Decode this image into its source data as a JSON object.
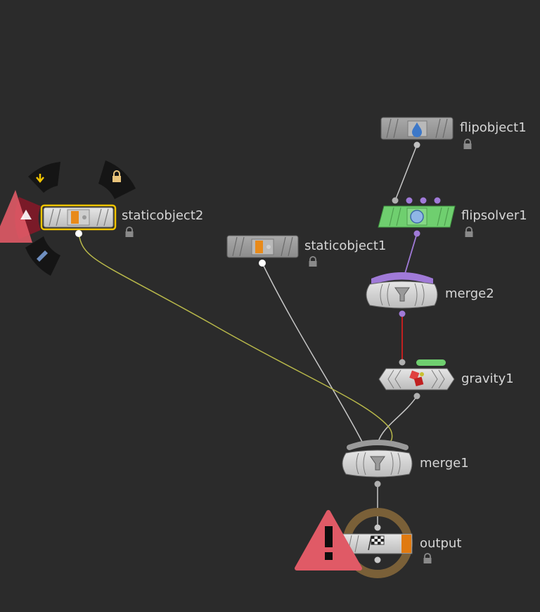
{
  "network": {
    "nodes": [
      {
        "id": "flipobject1",
        "label": "flipobject1",
        "type": "static",
        "locked": true,
        "icon": "water-drop-icon"
      },
      {
        "id": "flipsolver1",
        "label": "flipsolver1",
        "type": "solver",
        "locked": true,
        "icon": "fluid-solver-icon",
        "color": "#6fcf6f"
      },
      {
        "id": "staticobject2",
        "label": "staticobject2",
        "type": "static",
        "locked": true,
        "selected": true,
        "icon": "static-object-icon"
      },
      {
        "id": "staticobject1",
        "label": "staticobject1",
        "type": "static",
        "locked": true,
        "icon": "static-object-icon"
      },
      {
        "id": "merge2",
        "label": "merge2",
        "type": "merge",
        "icon": "merge-funnel-icon"
      },
      {
        "id": "gravity1",
        "label": "gravity1",
        "type": "force",
        "icon": "gravity-icon"
      },
      {
        "id": "merge1",
        "label": "merge1",
        "type": "merge",
        "icon": "merge-funnel-icon"
      },
      {
        "id": "output",
        "label": "output",
        "type": "output",
        "locked": true,
        "warning": true,
        "icon": "checkered-flag-icon"
      }
    ],
    "connections": [
      {
        "from": "flipobject1",
        "to": "flipsolver1"
      },
      {
        "from": "flipsolver1",
        "to": "merge2"
      },
      {
        "from": "merge2",
        "to": "gravity1"
      },
      {
        "from": "gravity1",
        "to": "merge1"
      },
      {
        "from": "staticobject1",
        "to": "merge1"
      },
      {
        "from": "staticobject2",
        "to": "merge1"
      },
      {
        "from": "merge1",
        "to": "output"
      }
    ],
    "radial_menu": {
      "target": "staticobject2",
      "items": [
        "arrow-down-icon",
        "lock-icon",
        "warning-icon",
        "bypass-icon"
      ]
    }
  },
  "colors": {
    "background": "#2b2b2b",
    "node_gray": "#c4c4c4",
    "solver_green": "#6fcf6f",
    "selection_yellow": "#f2c400",
    "warning_red": "#e05a66",
    "wire_gray": "#c8c8c8",
    "wire_yellow": "#b8b84a",
    "wire_purple": "#a07ad8",
    "wire_red": "#c02020",
    "purple_input": "#a07ad8"
  }
}
